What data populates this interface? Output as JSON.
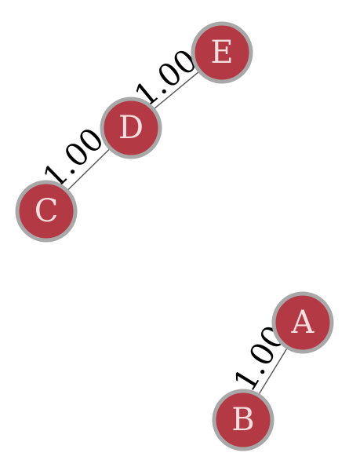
{
  "graph": {
    "node_fill": "#b33a45",
    "node_border": "#a8a8a8",
    "edge_color": "#555555",
    "nodes": [
      {
        "id": "A",
        "label": "A"
      },
      {
        "id": "B",
        "label": "B"
      },
      {
        "id": "C",
        "label": "C"
      },
      {
        "id": "D",
        "label": "D"
      },
      {
        "id": "E",
        "label": "E"
      }
    ],
    "edges": [
      {
        "source": "A",
        "target": "B",
        "weight": "1.00"
      },
      {
        "source": "C",
        "target": "D",
        "weight": "1.00"
      },
      {
        "source": "D",
        "target": "E",
        "weight": "1.00"
      }
    ]
  }
}
